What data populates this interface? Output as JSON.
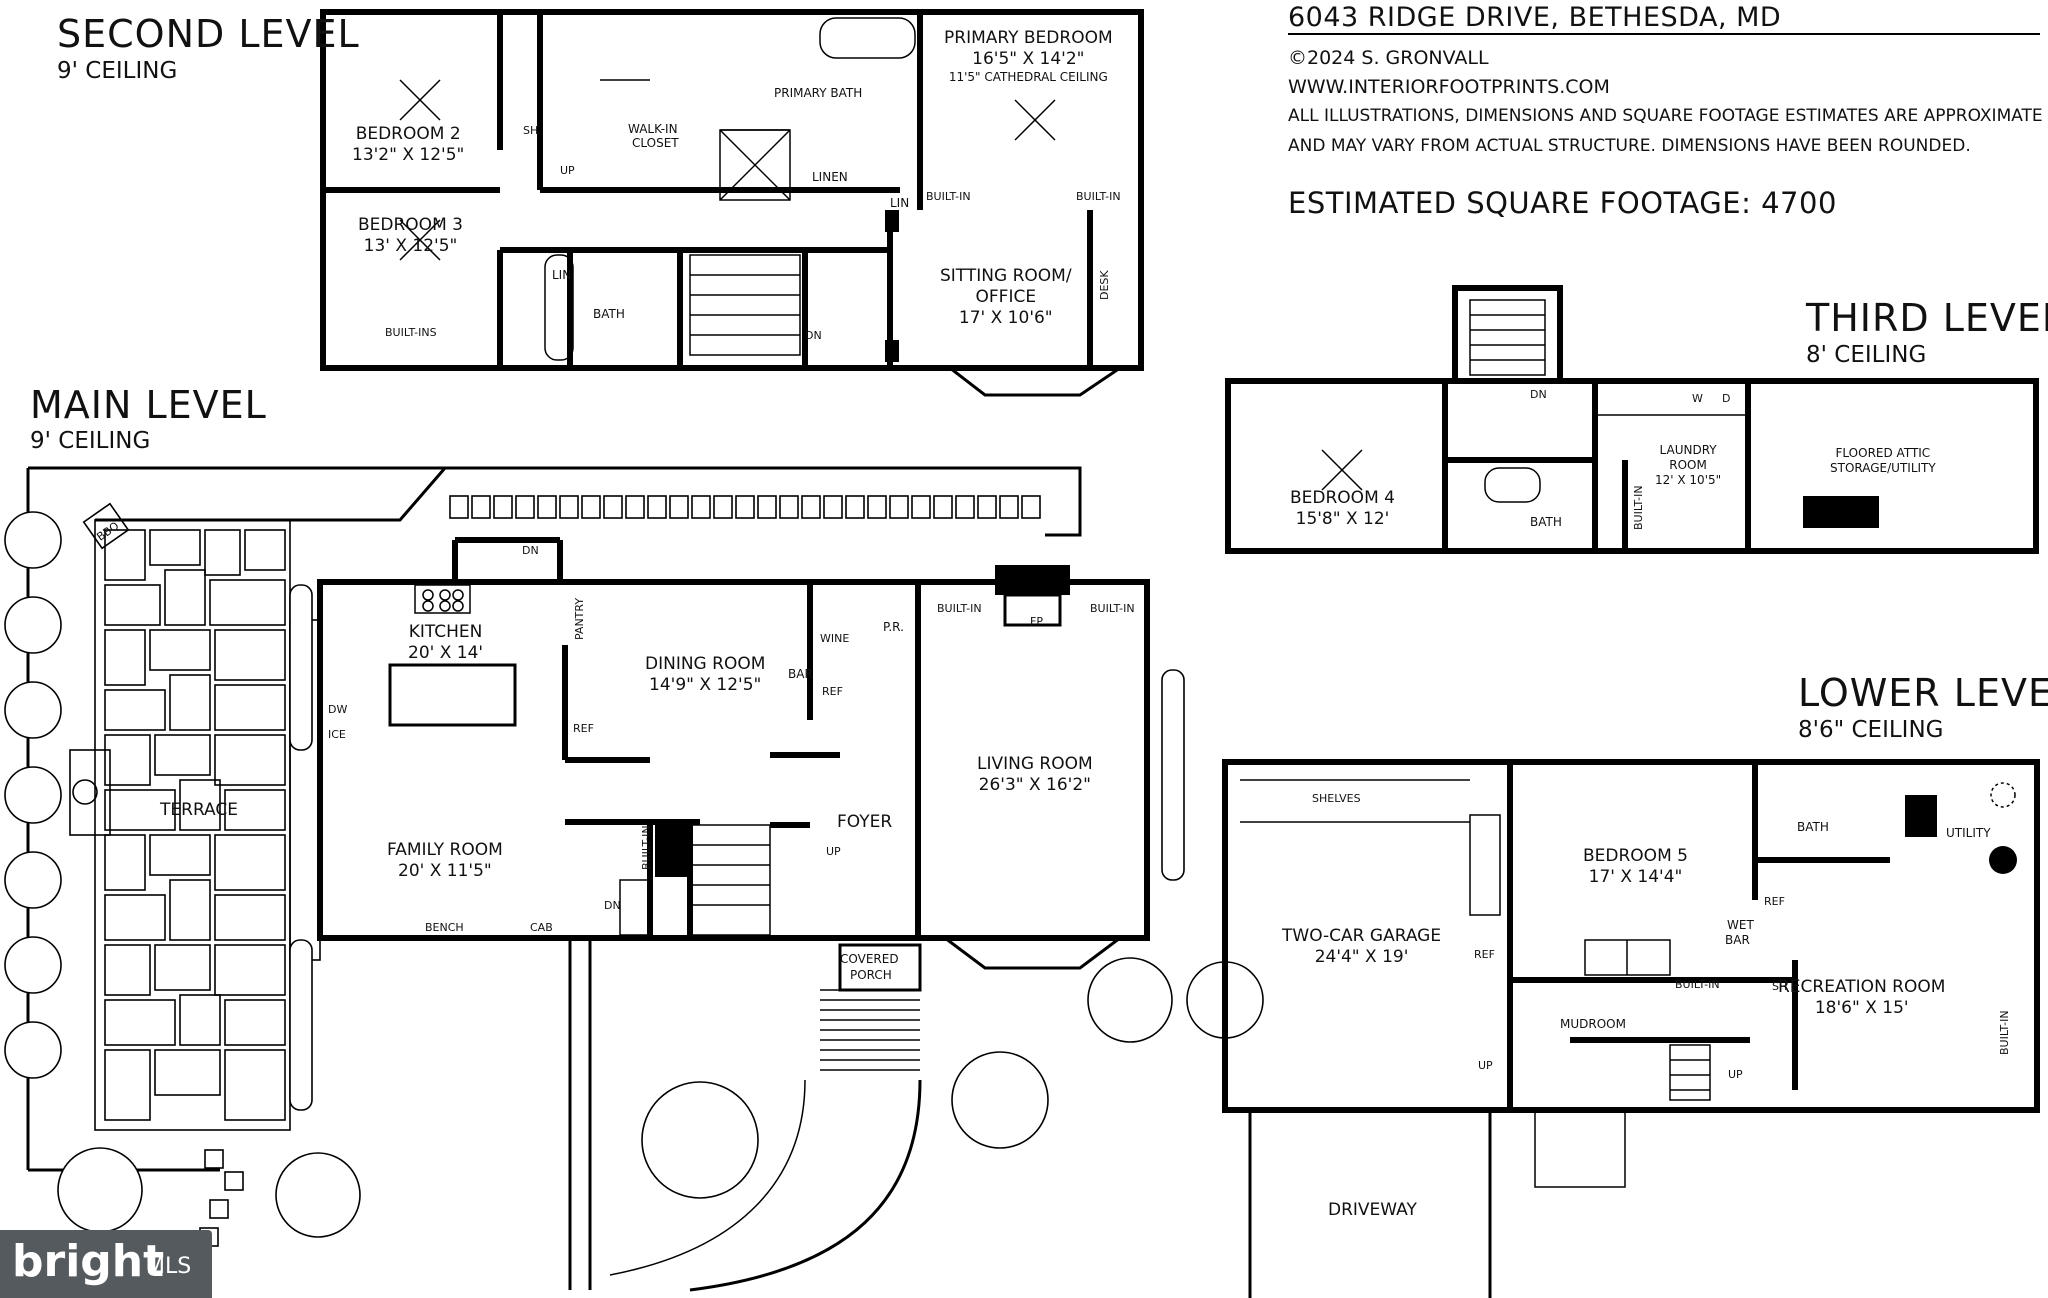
{
  "header": {
    "address": "6043 RIDGE DRIVE, BETHESDA, MD",
    "copyright": "©2024 S. GRONVALL",
    "website": "WWW.INTERIORFOOTPRINTS.COM",
    "disclaimer_line1": "ALL ILLUSTRATIONS, DIMENSIONS AND SQUARE FOOTAGE ESTIMATES ARE APPROXIMATE",
    "disclaimer_line2": "AND MAY VARY FROM ACTUAL STRUCTURE. DIMENSIONS HAVE BEEN ROUNDED.",
    "square_footage": "ESTIMATED SQUARE FOOTAGE: 4700"
  },
  "levels": {
    "second": {
      "title": "SECOND LEVEL",
      "ceiling": "9' CEILING"
    },
    "main": {
      "title": "MAIN LEVEL",
      "ceiling": "9' CEILING"
    },
    "third": {
      "title": "THIRD LEVEL",
      "ceiling": "8' CEILING"
    },
    "lower": {
      "title": "LOWER LEVEL",
      "ceiling": "8'6\" CEILING"
    }
  },
  "rooms": {
    "bedroom2": {
      "name": "BEDROOM 2",
      "dim": "13'2\" X 12'5\""
    },
    "bedroom3": {
      "name": "BEDROOM 3",
      "dim": "13' X 12'5\""
    },
    "primary_bedroom": {
      "name": "PRIMARY BEDROOM",
      "dim": "16'5\" X 14'2\"",
      "note": "11'5\" CATHEDRAL CEILING"
    },
    "sitting_room": {
      "name1": "SITTING ROOM/",
      "name2": "OFFICE",
      "dim": "17' X 10'6\""
    },
    "kitchen": {
      "name": "KITCHEN",
      "dim": "20' X 14'"
    },
    "dining_room": {
      "name": "DINING ROOM",
      "dim": "14'9\" X 12'5\""
    },
    "living_room": {
      "name": "LIVING ROOM",
      "dim": "26'3\" X 16'2\""
    },
    "family_room": {
      "name": "FAMILY ROOM",
      "dim": "20' X 11'5\""
    },
    "bedroom4": {
      "name": "BEDROOM 4",
      "dim": "15'8\" X 12'"
    },
    "laundry": {
      "name1": "LAUNDRY",
      "name2": "ROOM",
      "dim": "12' X 10'5\""
    },
    "attic": {
      "name1": "FLOORED ATTIC",
      "name2": "STORAGE/UTILITY"
    },
    "garage": {
      "name": "TWO-CAR GARAGE",
      "dim": "24'4\" X 19'"
    },
    "bedroom5": {
      "name": "BEDROOM 5",
      "dim": "17' X 14'4\""
    },
    "recreation": {
      "name": "RECREATION ROOM",
      "dim": "18'6\" X 15'"
    }
  },
  "labels": {
    "primary_bath": "PRIMARY BATH",
    "walk_in_1": "WALK-IN",
    "walk_in_2": "CLOSET",
    "sh": "SH",
    "up": "UP",
    "dn": "DN",
    "linen": "LINEN",
    "lin": "LIN",
    "built_in": "BUILT-IN",
    "built_ins": "BUILT-INS",
    "bath": "BATH",
    "desk": "DESK",
    "pantry": "PANTRY",
    "wine": "WINE",
    "ref": "REF",
    "bar": "BAR",
    "pr": "P.R.",
    "fp": "FP",
    "dw": "DW",
    "ice": "ICE",
    "bbq": "BBQ",
    "terrace": "TERRACE",
    "foyer": "FOYER",
    "bench": "BENCH",
    "cab": "CAB",
    "covered_porch_1": "COVERED",
    "covered_porch_2": "PORCH",
    "w": "W",
    "d": "D",
    "shelves": "SHELVES",
    "utility": "UTILITY",
    "wet_bar_1": "WET",
    "wet_bar_2": "BAR",
    "mudroom": "MUDROOM",
    "driveway": "DRIVEWAY"
  },
  "watermark": {
    "brand": "bright",
    "suffix": "MLS"
  },
  "colors": {
    "ink": "#000000",
    "paper": "#ffffff",
    "badge": "#555a5e"
  }
}
